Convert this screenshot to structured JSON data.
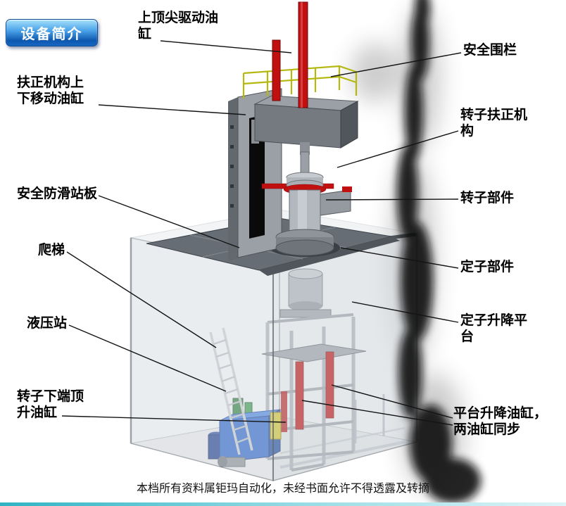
{
  "title_badge": {
    "label": "设备简介"
  },
  "callouts": {
    "top_center_cylinder": "上顶尖驱动油缸",
    "safety_fence": "安全围栏",
    "centering_lift_cylinder": "扶正机构上下移动油缸",
    "rotor_centering_mechanism": "转子扶正机构",
    "antislip_platform": "安全防滑站板",
    "rotor_component": "转子部件",
    "ladder": "爬梯",
    "stator_component": "定子部件",
    "hydraulic_station": "液压站",
    "stator_lift_platform": "定子升降平台",
    "rotor_bottom_jack_cylinder": "转子下端顶升油缸",
    "platform_lift_cylinders": "平台升降油缸，两油缸同步"
  },
  "footer": {
    "text": "本档所有资料属钜玛自动化，未经书面允许不得透露及转摘"
  },
  "colors": {
    "badge_blue": "#0d57ae",
    "cylinder_red": "#c01010",
    "railing_yellow": "#b4b810",
    "hydraulic_blue": "#2a64c8",
    "structure_gray": "#9aa0a6"
  }
}
